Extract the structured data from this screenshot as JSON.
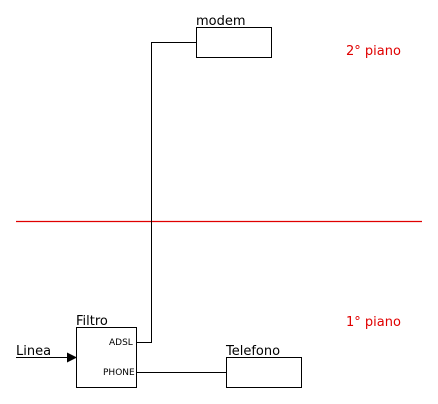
{
  "colors": {
    "floor_divider": "#e00000",
    "floor_label": "#e00000",
    "line": "#000000",
    "box_fill": "#ffffff"
  },
  "floors": {
    "upper_label": "2° piano",
    "lower_label": "1° piano"
  },
  "devices": {
    "modem": {
      "label": "modem"
    },
    "filter": {
      "label": "Filtro",
      "port_adsl": "ADSL",
      "port_phone": "PHONE"
    },
    "telephone": {
      "label": "Telefono"
    }
  },
  "line_input": {
    "label": "Linea"
  }
}
